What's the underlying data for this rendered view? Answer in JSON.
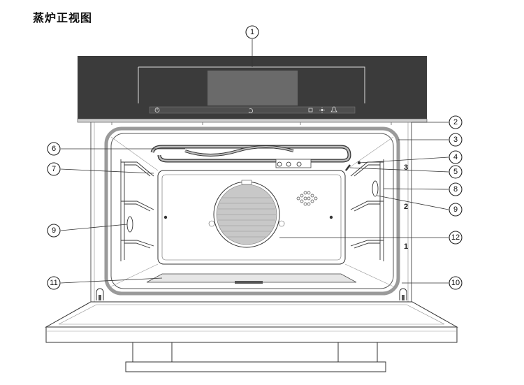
{
  "title": "蒸炉正视图",
  "callouts": [
    "1",
    "2",
    "3",
    "4",
    "5",
    "6",
    "7",
    "8",
    "9",
    "10",
    "11",
    "12"
  ],
  "shelf_levels": [
    "3",
    "2",
    "1"
  ],
  "colors": {
    "control_panel": "#3b3b3b",
    "cavity_frame": "#9a9a9a",
    "fan_mesh": "#c8c8c8"
  },
  "icons": [
    "power-icon",
    "back-icon",
    "menu-icon",
    "light-icon",
    "timer-icon"
  ]
}
